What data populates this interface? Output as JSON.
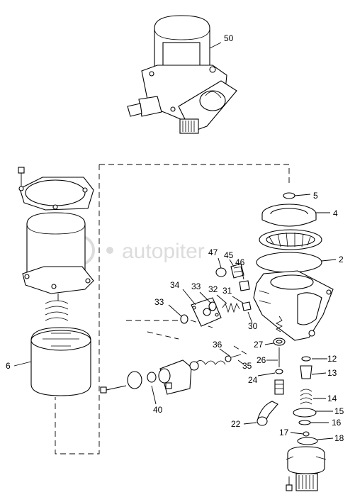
{
  "watermark": {
    "text": "autopiter"
  },
  "callouts": {
    "c50": "50",
    "c5": "5",
    "c4": "4",
    "c2": "2",
    "c47": "47",
    "c45": "45",
    "c46": "46",
    "c34": "34",
    "c33a": "33",
    "c33b": "33",
    "c32": "32",
    "c31": "31",
    "c30": "30",
    "c27": "27",
    "c26": "26",
    "c24": "24",
    "c22": "22",
    "c12": "12",
    "c13": "13",
    "c14": "14",
    "c15": "15",
    "c16": "16",
    "c17": "17",
    "c18": "18",
    "c36": "36",
    "c35": "35",
    "c40": "40",
    "c6": "6"
  }
}
